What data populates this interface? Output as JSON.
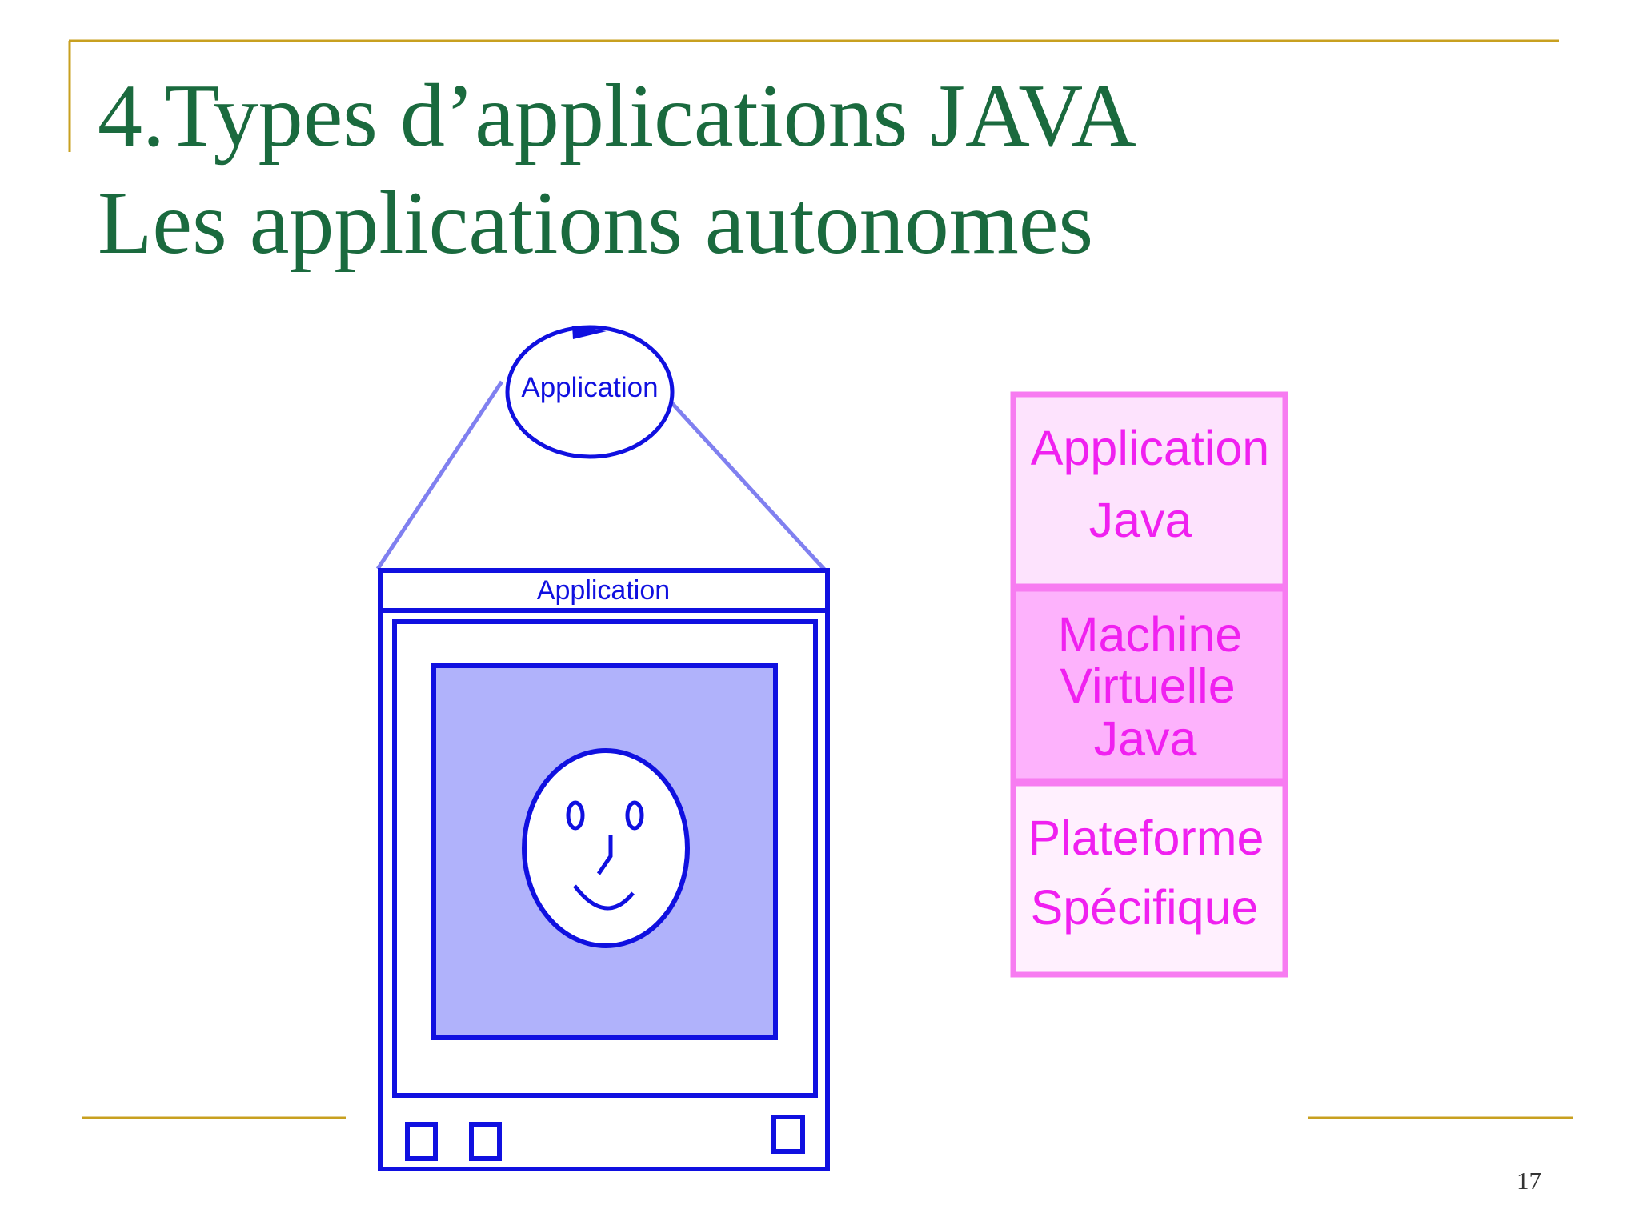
{
  "slide": {
    "title_line1": "4.Types d’applications JAVA",
    "title_line2": "Les applications autonomes",
    "page_number": "17"
  },
  "diagram": {
    "bubble_label": "Application",
    "window_title": "Application",
    "stack": [
      {
        "lines": [
          "Application",
          "Java"
        ]
      },
      {
        "lines": [
          "Machine",
          "Virtuelle",
          "Java"
        ]
      },
      {
        "lines": [
          "Plateforme",
          "Spécifique"
        ]
      }
    ]
  },
  "colors": {
    "title": "#1a6a3e",
    "rule": "#c8a020",
    "blue": "#1010e0",
    "connector": "#8080f0",
    "screen_fill": "#b0b2fb",
    "magenta_text": "#f020f0",
    "stack_border": "#f77cf1",
    "stack_top_fill": "#fde3fd",
    "stack_mid_fill": "#fdb2fc",
    "stack_bottom_fill": "#fff0fe"
  }
}
